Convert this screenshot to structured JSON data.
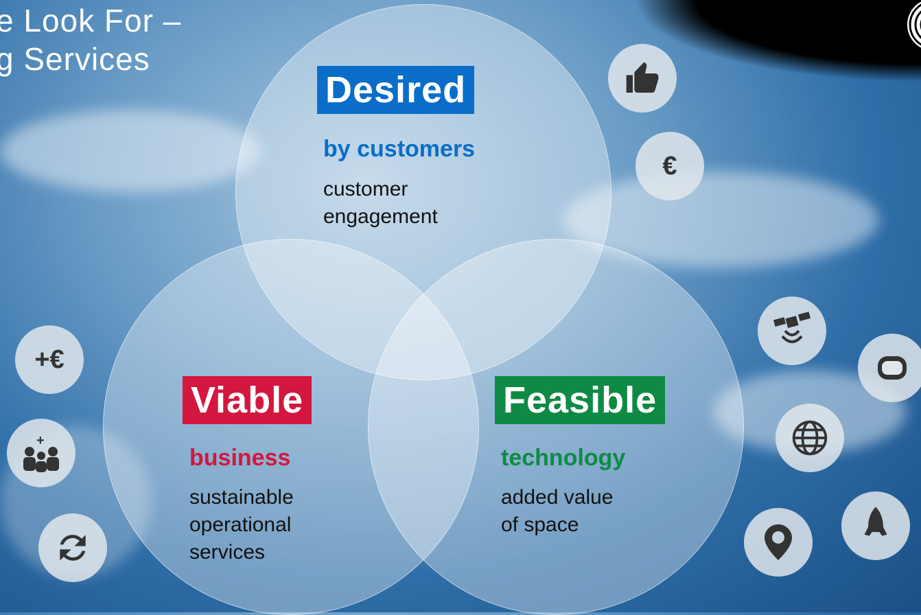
{
  "title": {
    "line1": "e Look For –",
    "line2": "g Services"
  },
  "desired": {
    "label": "Desired",
    "sub": "by customers",
    "desc_line1": "customer",
    "desc_line2": "engagement",
    "color": "#0a6ec8"
  },
  "viable": {
    "label": "Viable",
    "sub": "business",
    "desc_line1": "sustainable",
    "desc_line2": "operational",
    "desc_line3": "services",
    "color": "#d3173f"
  },
  "feasible": {
    "label": "Feasible",
    "sub": "technology",
    "desc_line1": "added value",
    "desc_line2": "of space",
    "color": "#0f8a45"
  },
  "icons": {
    "thumbs_up": "thumbs-up-icon",
    "euro": "€",
    "plus_euro": "+€",
    "add_people": "add-people-icon",
    "refresh": "refresh-icon",
    "satellite": "satellite-icon",
    "helmet": "astronaut-helmet-icon",
    "globe": "globe-icon",
    "location": "location-pin-icon",
    "rocket": "rocket-icon"
  }
}
